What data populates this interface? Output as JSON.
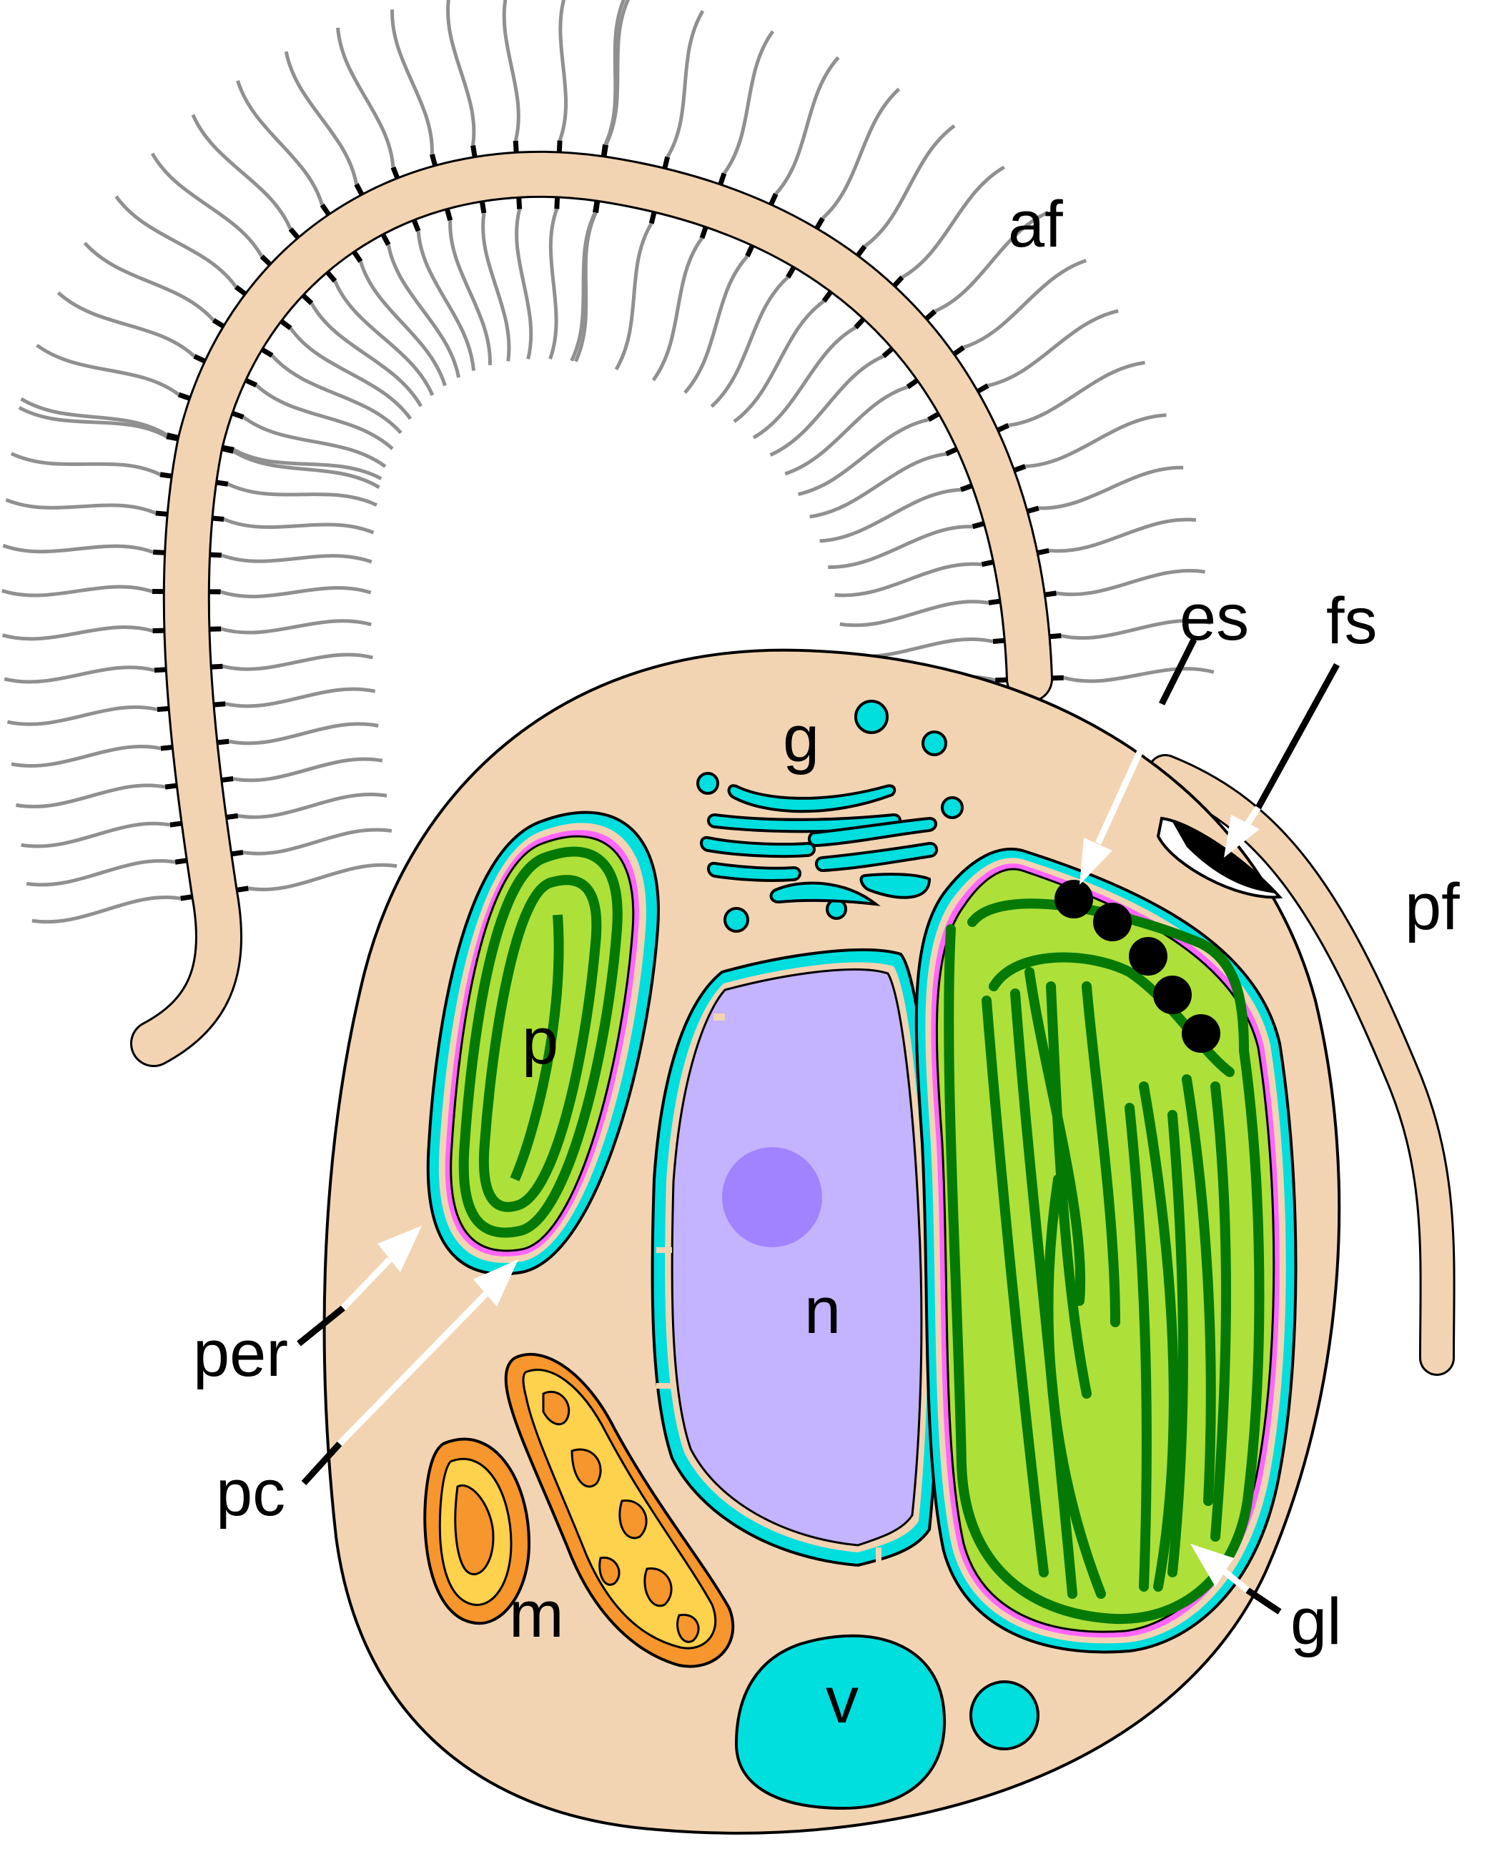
{
  "title": "Heterokont flagellate cell diagram",
  "labels": {
    "af": "af",
    "pf": "pf",
    "es": "es",
    "fs": "fs",
    "g": "g",
    "p": "p",
    "n": "n",
    "per": "per",
    "pc": "pc",
    "m": "m",
    "v": "v",
    "gl": "gl"
  },
  "colors": {
    "cytoplasm": "#f2d4b3",
    "nucleus": "#c4b3ff",
    "nucleolus": "#a182ff",
    "chloroplast": "#aee03a",
    "thylakoid": "#047a04",
    "er_membrane": "#00dede",
    "periplastid": "#ff66ff",
    "mito_outer": "#f6962d",
    "mito_inner": "#ffd24d",
    "vacuole": "#00dede",
    "eyespot": "#000000",
    "hair": "#909090"
  }
}
